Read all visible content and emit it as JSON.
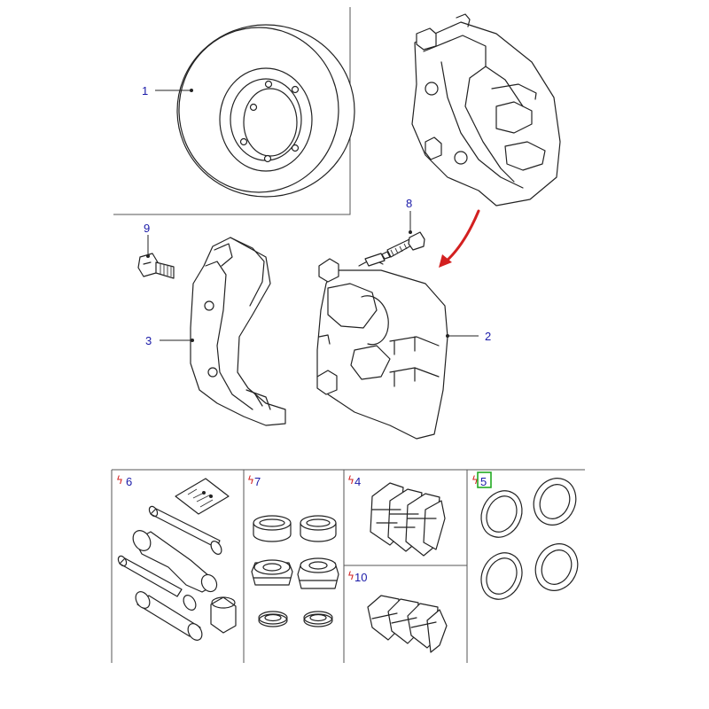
{
  "callouts": {
    "c1": "1",
    "c2": "2",
    "c3": "3",
    "c8": "8",
    "c9": "9"
  },
  "kits": {
    "k6": "6",
    "k7": "7",
    "k4": "4",
    "k5": "5",
    "k10": "10"
  },
  "colors": {
    "callout_text": "#1a1aa8",
    "arrow": "#d32020",
    "highlight_box": "#22aa22",
    "kit_marker": "#d32020"
  },
  "icons": {
    "kit_marker": "lightning-bolt-icon",
    "arrow": "curved-arrow-icon"
  }
}
